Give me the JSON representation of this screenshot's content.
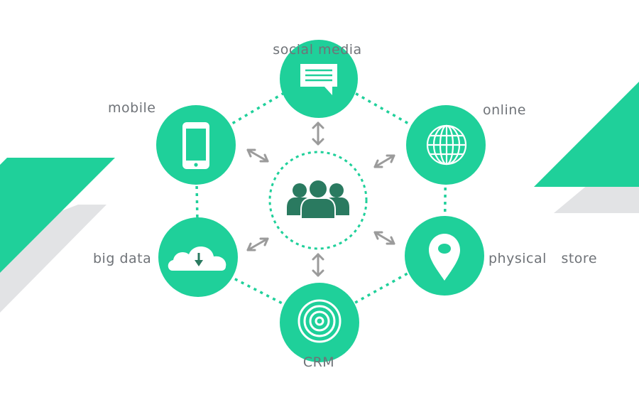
{
  "colors": {
    "accent": "#1fd09a",
    "icon_dark": "#2a7a60",
    "arrow": "#9b9b9b",
    "stripe_gray": "#e2e3e5",
    "label_text": "#6f7378"
  },
  "center": {
    "icon": "customers-group-icon"
  },
  "channels": [
    {
      "id": "social-media",
      "label": "social media",
      "icon": "chat-bubble-icon"
    },
    {
      "id": "online",
      "label": "online",
      "icon": "globe-icon"
    },
    {
      "id": "physical-store",
      "label_lines": [
        "physical",
        "store"
      ],
      "icon": "map-pin-icon"
    },
    {
      "id": "crm",
      "label": "CRM",
      "icon": "target-icon"
    },
    {
      "id": "big-data",
      "label": "big data",
      "icon": "cloud-download-icon"
    },
    {
      "id": "mobile",
      "label": "mobile",
      "icon": "smartphone-icon"
    }
  ]
}
